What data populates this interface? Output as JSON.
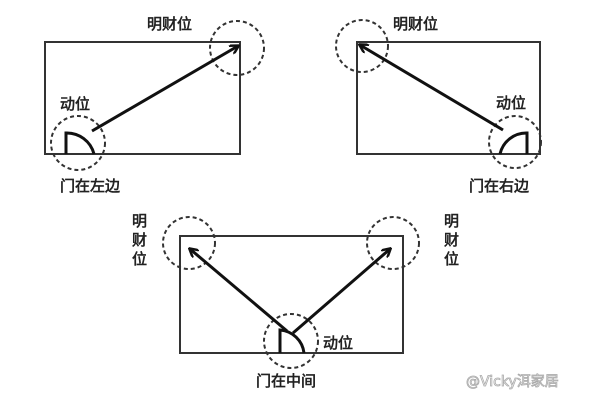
{
  "diagrams": [
    {
      "wealth_label": "明财位",
      "move_label": "动位",
      "door_label": "门在左边"
    },
    {
      "wealth_label": "明财位",
      "move_label": "动位",
      "door_label": "门在右边"
    },
    {
      "wealth_left": [
        "明",
        "财",
        "位"
      ],
      "wealth_right": [
        "明",
        "财",
        "位"
      ],
      "move_label": "动位",
      "door_label": "门在中间"
    }
  ],
  "watermark": "@Vicky洱家居"
}
